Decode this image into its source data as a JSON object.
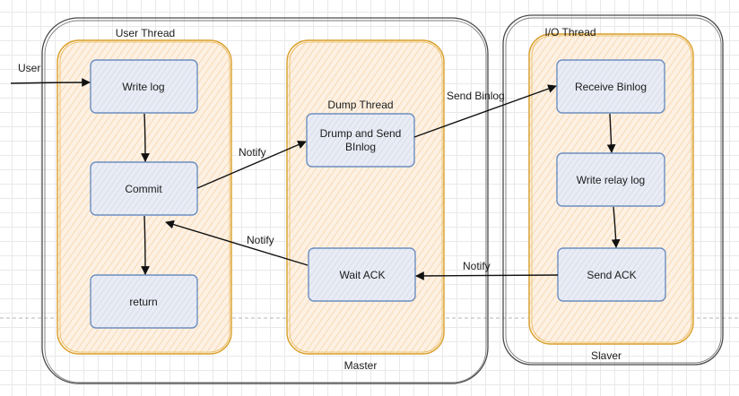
{
  "diagram": {
    "containers": {
      "master": "Master",
      "slaver": "Slaver"
    },
    "lanes": {
      "user_thread": "User Thread",
      "dump_thread": "Dump Thread",
      "io_thread": "I/O Thread"
    },
    "nodes": {
      "write_log": "Write log",
      "commit": "Commit",
      "return": "return",
      "dump_send_line1": "Drump and Send",
      "dump_send_line2": "BInlog",
      "wait_ack": "Wait ACK",
      "receive_binlog": "Receive Binlog",
      "write_relay_log": "Write relay log",
      "send_ack": "Send ACK"
    },
    "edges": {
      "user": "User",
      "notify_commit_dump": "Notify",
      "notify_wait_commit": "Notify",
      "send_binlog": "Send Binlog",
      "notify_ack": "Notify"
    },
    "colors": {
      "node_fill": "#dae8fc",
      "node_stroke": "#6c8ebf",
      "lane_fill": "#ffe6cc",
      "lane_stroke": "#d79b00",
      "outer_stroke": "#555555"
    }
  }
}
